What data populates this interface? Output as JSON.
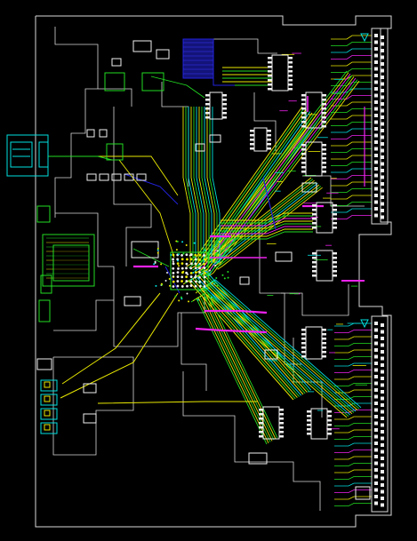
{
  "view": {
    "background": "#000000"
  },
  "palette": {
    "outline": "#d8d8d8",
    "trace_yellow": "#e8e800",
    "trace_green": "#22dd22",
    "trace_cyan": "#00e0e0",
    "trace_magenta": "#ee22ee",
    "trace_blue": "#2222dd",
    "pad_white": "#f0f0f0"
  },
  "layers": [
    {
      "name": "board-outline",
      "color": "outline"
    },
    {
      "name": "top-copper",
      "color": "trace_yellow"
    },
    {
      "name": "inner-1",
      "color": "trace_green"
    },
    {
      "name": "inner-2",
      "color": "trace_cyan"
    },
    {
      "name": "bottom-copper",
      "color": "trace_magenta"
    },
    {
      "name": "plane",
      "color": "trace_blue"
    }
  ],
  "components": [
    {
      "kind": "connector-upper"
    },
    {
      "kind": "connector-lower"
    },
    {
      "kind": "ic-upper-1"
    },
    {
      "kind": "ic-upper-2"
    },
    {
      "kind": "ic-upper-3"
    },
    {
      "kind": "ic-mid-1"
    },
    {
      "kind": "ic-mid-2"
    },
    {
      "kind": "ic-lower-1"
    },
    {
      "kind": "ic-lower-2"
    },
    {
      "kind": "ic-bottom-1"
    },
    {
      "kind": "bga-center"
    },
    {
      "kind": "power-module-left"
    },
    {
      "kind": "plug-left"
    },
    {
      "kind": "blue-block-top"
    }
  ]
}
